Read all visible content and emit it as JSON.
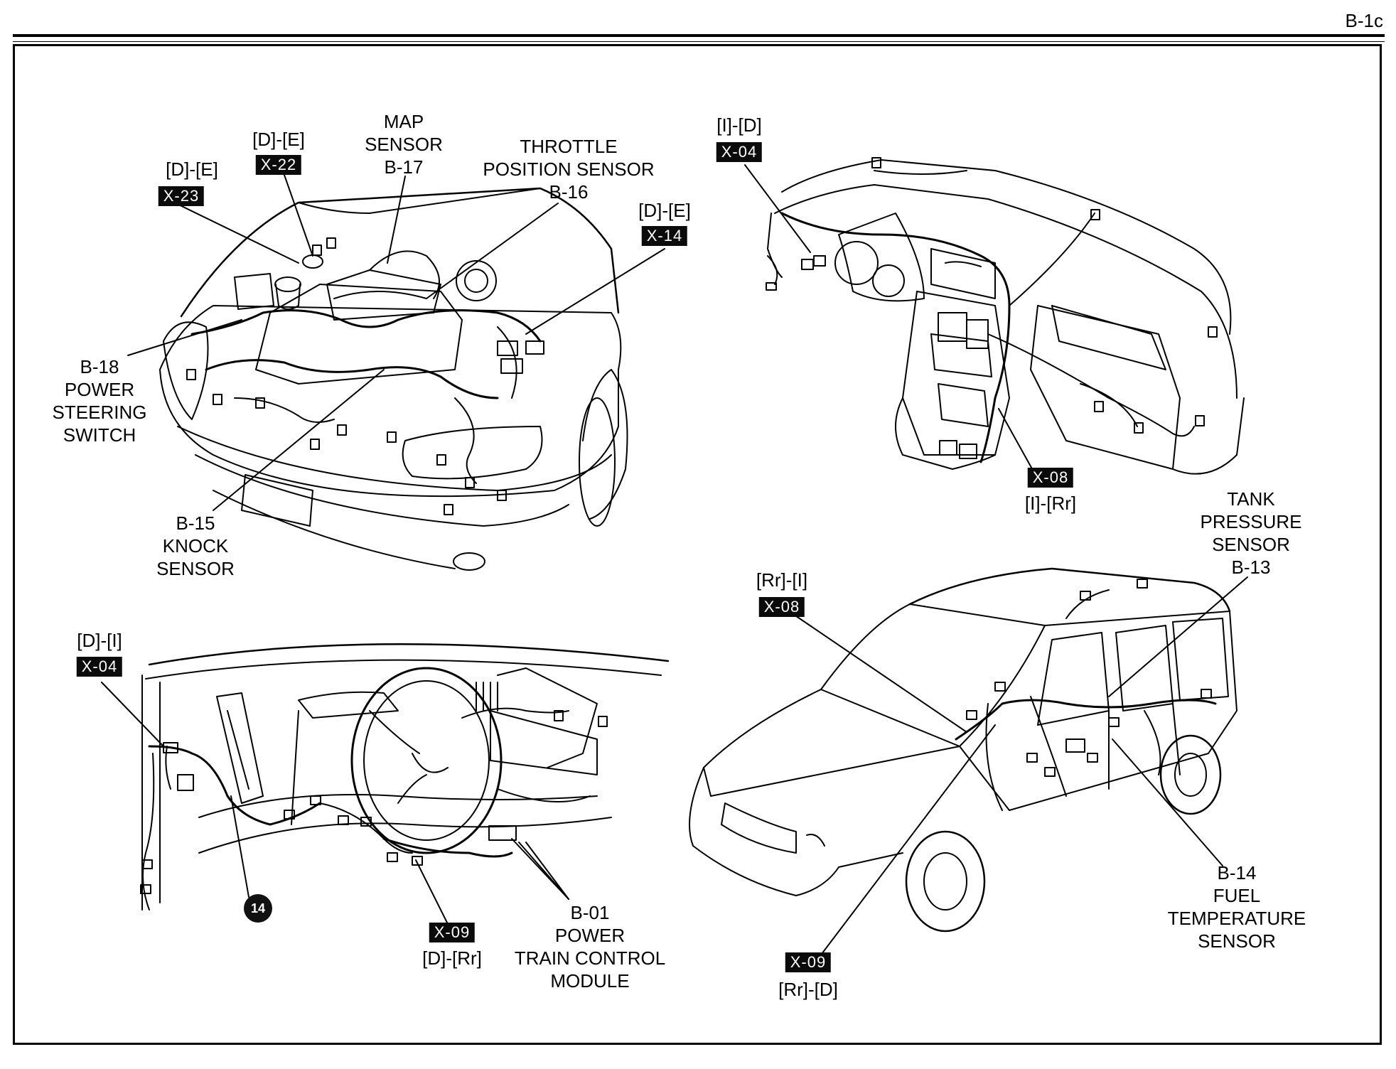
{
  "page_id": "B-1c",
  "engine_view": {
    "conn_x23": {
      "tag": "X-23",
      "route": "[D]-[E]"
    },
    "conn_x22": {
      "tag": "X-22",
      "route": "[D]-[E]"
    },
    "conn_x14": {
      "tag": "X-14",
      "route": "[D]-[E]"
    },
    "map_sensor": {
      "line1": "MAP",
      "line2": "SENSOR",
      "code": "B-17"
    },
    "throttle_sensor": {
      "line1": "THROTTLE",
      "line2": "POSITION SENSOR",
      "code": "B-16"
    },
    "power_steering": {
      "code": "B-18",
      "line1": "POWER",
      "line2": "STEERING",
      "line3": "SWITCH"
    },
    "knock_sensor": {
      "code": "B-15",
      "line1": "KNOCK",
      "line2": "SENSOR"
    }
  },
  "dash_view": {
    "conn_x04": {
      "tag": "X-04",
      "route": "[I]-[D]"
    },
    "conn_x08": {
      "tag": "X-08",
      "route": "[I]-[Rr]"
    }
  },
  "interior_view": {
    "conn_x04": {
      "tag": "X-04",
      "route": "[D]-[I]"
    },
    "conn_x09": {
      "tag": "X-09",
      "route": "[D]-[Rr]"
    },
    "ground_point": "14",
    "pcm": {
      "code": "B-01",
      "line1": "POWER",
      "line2": "TRAIN CONTROL",
      "line3": "MODULE"
    }
  },
  "van_view": {
    "conn_x08": {
      "tag": "X-08",
      "route": "[Rr]-[I]"
    },
    "conn_x09": {
      "tag": "X-09",
      "route": "[Rr]-[D]"
    },
    "tank_pressure": {
      "line1": "TANK",
      "line2": "PRESSURE",
      "line3": "SENSOR",
      "code": "B-13"
    },
    "fuel_temp": {
      "code": "B-14",
      "line1": "FUEL",
      "line2": "TEMPERATURE",
      "line3": "SENSOR"
    }
  }
}
